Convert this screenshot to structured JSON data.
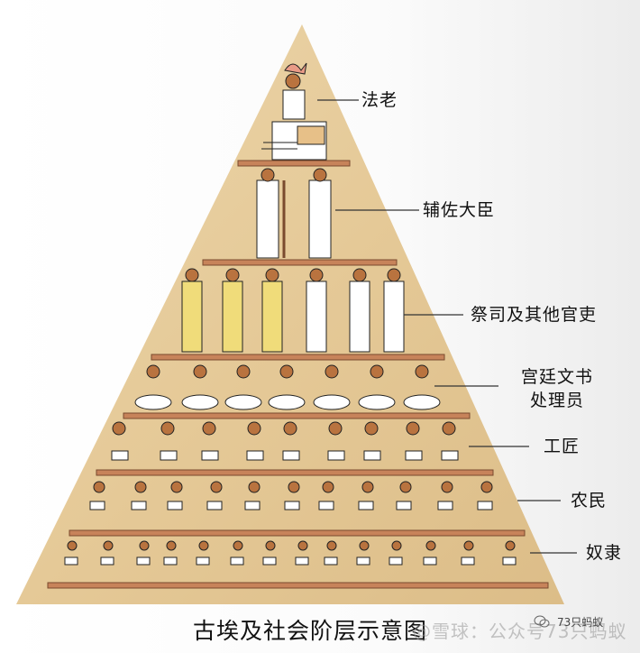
{
  "diagram": {
    "title": "古埃及社会阶层示意图",
    "type": "social-hierarchy-pyramid",
    "colors": {
      "pyramid_fill": "#e7cfa0",
      "pyramid_shade": "#d8b57e",
      "shelf": "#c7835a",
      "shelf_edge": "#7a4a2e",
      "figure_skin": "#b9733f",
      "figure_cloth": "#ffffff",
      "text": "#111111",
      "leader_line": "#333333"
    },
    "tiers": [
      {
        "rank": 1,
        "label": "法老",
        "figures": 1
      },
      {
        "rank": 2,
        "label": "辅佐大臣",
        "figures": 2
      },
      {
        "rank": 3,
        "label": "祭司及其他官吏",
        "figures": 6
      },
      {
        "rank": 4,
        "label_line1": "宫廷文书",
        "label_line2": "处理员",
        "figures": 7
      },
      {
        "rank": 5,
        "label": "工匠",
        "figures": 9
      },
      {
        "rank": 6,
        "label": "农民",
        "figures": 11
      },
      {
        "rank": 7,
        "label": "奴隶",
        "figures": 14
      }
    ]
  },
  "watermark": {
    "text": "@雪球：公众号73只蚂蚁",
    "small_text": "73只蚂蚁",
    "icon": "wechat-icon"
  }
}
